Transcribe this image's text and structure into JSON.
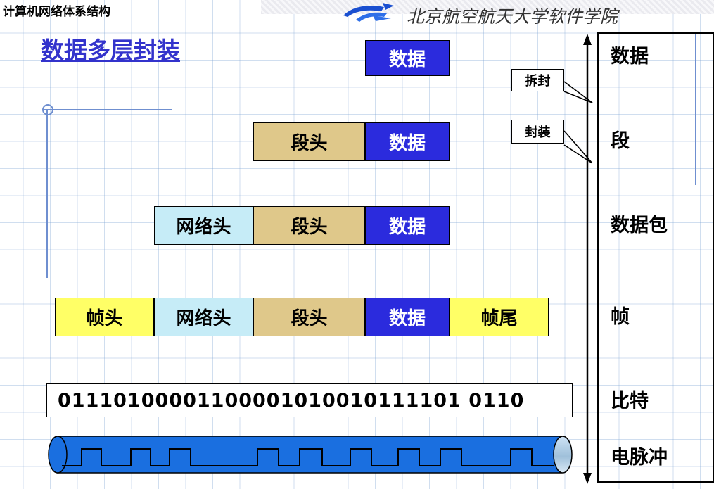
{
  "header": {
    "course_title": "计算机网络体系结构",
    "university": "北京航空航天大学软件学院",
    "logo_name": "buaa-software-logo"
  },
  "slide": {
    "title": "数据多层封装"
  },
  "labels": {
    "data": "数据",
    "segment_header": "段头",
    "network_header": "网络头",
    "frame_header": "帧头",
    "frame_trailer": "帧尾",
    "bits": "01110100001100001010010111101 0110",
    "bits_text": "01110100001100001010010111101 0110"
  },
  "rows": [
    {
      "name": "data-row",
      "blocks": [
        {
          "label": "数据",
          "kind": "data"
        }
      ],
      "right_label": "数据"
    },
    {
      "name": "segment-row",
      "blocks": [
        {
          "label": "段头",
          "kind": "segment"
        },
        {
          "label": "数据",
          "kind": "data"
        }
      ],
      "right_label": "段"
    },
    {
      "name": "packet-row",
      "blocks": [
        {
          "label": "网络头",
          "kind": "network"
        },
        {
          "label": "段头",
          "kind": "segment"
        },
        {
          "label": "数据",
          "kind": "data"
        }
      ],
      "right_label": "数据包"
    },
    {
      "name": "frame-row",
      "blocks": [
        {
          "label": "帧头",
          "kind": "frame"
        },
        {
          "label": "网络头",
          "kind": "network"
        },
        {
          "label": "段头",
          "kind": "segment"
        },
        {
          "label": "数据",
          "kind": "data"
        },
        {
          "label": "帧尾",
          "kind": "frame"
        }
      ],
      "right_label": "帧"
    },
    {
      "name": "bit-row",
      "blocks": [],
      "right_label": "比特"
    },
    {
      "name": "signal-row",
      "blocks": [],
      "right_label": "电脉冲"
    }
  ],
  "bit_string": "01110100001100001010010111101 0110",
  "callouts": {
    "decapsulation": "拆封",
    "encapsulation": "封装"
  },
  "colors": {
    "data_fill": "#2b2bdd",
    "segment_fill": "#dfc88a",
    "network_fill": "#c6ecf7",
    "frame_fill": "#ffff66",
    "title_color": "#3333cc",
    "grid_line": "#78a0d2",
    "pulse_fill": "#1a6fe0"
  }
}
